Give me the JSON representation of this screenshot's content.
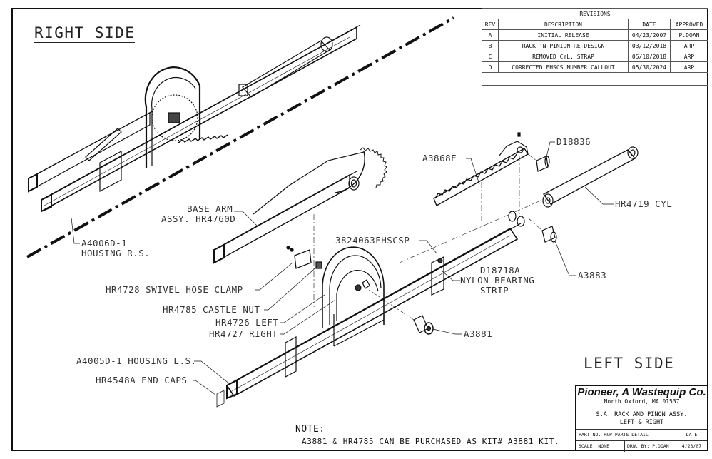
{
  "drawing": {
    "right_side_title": "RIGHT SIDE",
    "left_side_title": "LEFT SIDE"
  },
  "revisions": {
    "title": "REVISIONS",
    "headers": [
      "REV",
      "DESCRIPTION",
      "DATE",
      "APPROVED"
    ],
    "rows": [
      {
        "rev": "A",
        "description": "INITIAL RELEASE",
        "date": "04/23/2007",
        "approved": "P.DOAN"
      },
      {
        "rev": "B",
        "description": "RACK 'N PINION RE-DESIGN",
        "date": "03/12/2018",
        "approved": "ARP"
      },
      {
        "rev": "C",
        "description": "REMOVED CYL. STRAP",
        "date": "05/10/2018",
        "approved": "ARP"
      },
      {
        "rev": "D",
        "description": "CORRECTED FHSCS NUMBER CALLOUT",
        "date": "05/30/2024",
        "approved": "ARP"
      }
    ]
  },
  "callouts": {
    "base_arm_1": "BASE ARM",
    "base_arm_2": "ASSY. HR4760D",
    "housing_rs_1": "A4006D-1",
    "housing_rs_2": "HOUSING R.S.",
    "rack": "A3868E",
    "pin": "D18836",
    "cylinder": "HR4719 CYL",
    "screw": "3824063FHSCSP",
    "nylon_1": "D18718A",
    "nylon_2": "NYLON BEARING",
    "nylon_3": "STRIP",
    "pin_a3883": "A3883",
    "hose_clamp": "HR4728 SWIVEL HOSE CLAMP",
    "castle_nut": "HR4785 CASTLE NUT",
    "left_plate": "HR4726 LEFT",
    "right_plate": "HR4727 RIGHT",
    "pin_a3881": "A3881",
    "housing_ls": "A4005D-1 HOUSING L.S.",
    "end_caps": "HR4548A END CAPS"
  },
  "note": {
    "heading": "NOTE:",
    "text": "A3881 & HR4785 CAN BE PURCHASED AS KIT# A3881 KIT."
  },
  "title_block": {
    "company": "Pioneer, A Wastequip Co.",
    "address": "North Oxford, MA    01537",
    "title_1": "S.A. RACK AND PINON ASSY.",
    "title_2": "LEFT & RIGHT",
    "part_no": "PART NO.  R&P PARTS DETAIL",
    "date_label": "DATE",
    "scale": "SCALE:  NONE",
    "drawn_by": "DRW. BY: P.DOAN",
    "date": "4/23/07"
  }
}
